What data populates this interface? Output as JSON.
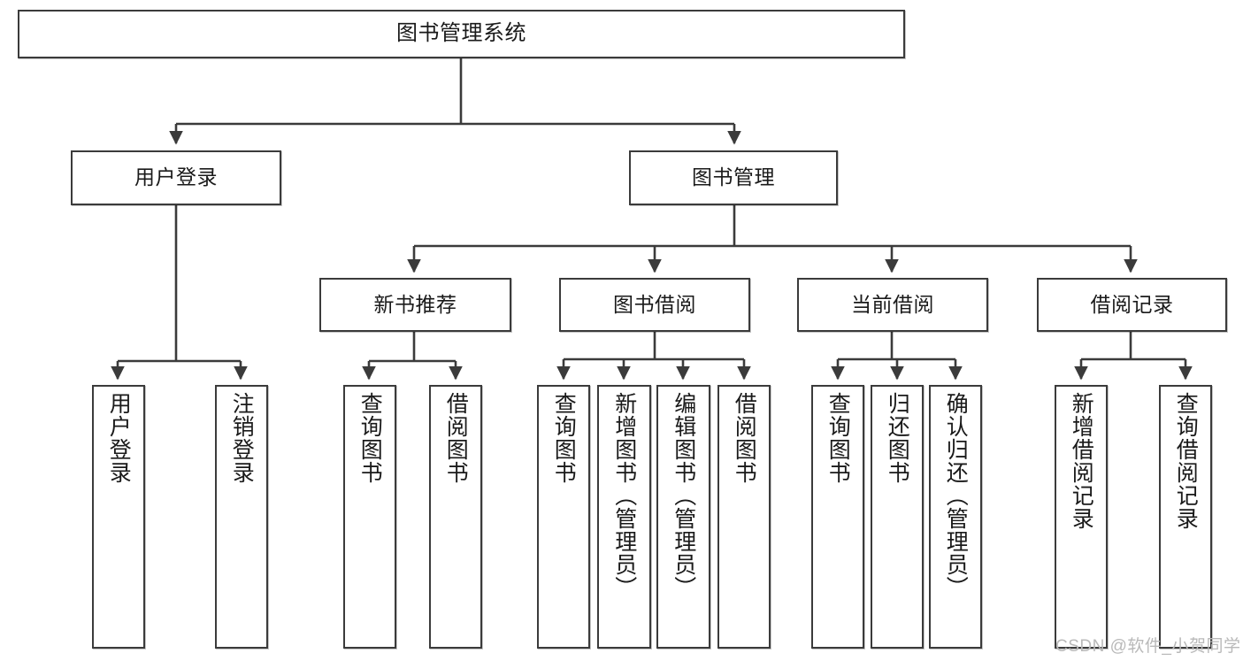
{
  "diagram": {
    "title": "图书管理系统",
    "type": "tree-hierarchy-chart",
    "orientation": "top-down",
    "style": {
      "box_border_color": "#3b3b3b",
      "box_fill_color": "#ffffff",
      "connector_color": "#3b3b3b",
      "background_color": "#ffffff",
      "watermark_color": "#b9b9b9"
    }
  },
  "nodes": {
    "root": {
      "label": "图书管理系统"
    },
    "level2": [
      {
        "label": "用户登录"
      },
      {
        "label": "图书管理"
      }
    ],
    "level3": [
      {
        "label": "新书推荐"
      },
      {
        "label": "图书借阅"
      },
      {
        "label": "当前借阅"
      },
      {
        "label": "借阅记录"
      }
    ],
    "leaves_user_login": [
      {
        "label": "用户登录"
      },
      {
        "label": "注销登录"
      }
    ],
    "leaves_new_book": [
      {
        "label": "查询图书"
      },
      {
        "label": "借阅图书"
      }
    ],
    "leaves_borrow": [
      {
        "label": "查询图书"
      },
      {
        "label": "新增图书（管理员）"
      },
      {
        "label": "编辑图书（管理员）"
      },
      {
        "label": "借阅图书"
      }
    ],
    "leaves_current": [
      {
        "label": "查询图书"
      },
      {
        "label": "归还图书"
      },
      {
        "label": "确认归还（管理员）"
      }
    ],
    "leaves_record": [
      {
        "label": "新增借阅记录"
      },
      {
        "label": "查询借阅记录"
      }
    ]
  },
  "watermark": {
    "text": "CSDN @软件_小贺同学"
  }
}
